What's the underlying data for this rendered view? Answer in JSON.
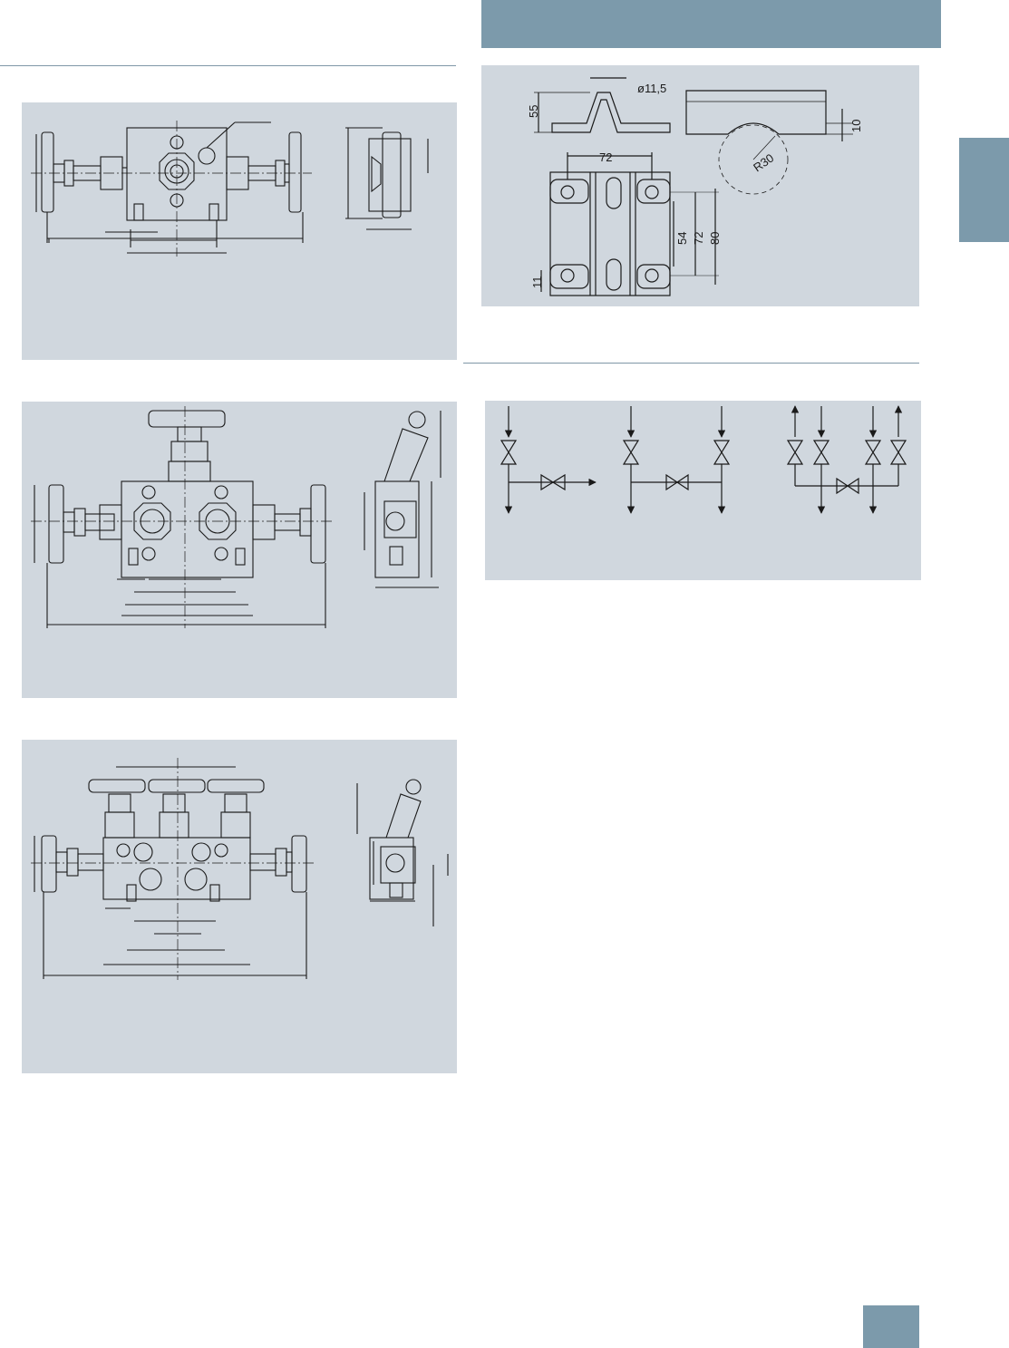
{
  "colors": {
    "accent": "#7c9aab",
    "panel": "#d0d7de",
    "line": "#1a1a1a",
    "rule": "#7f97a7"
  },
  "mounting_bracket": {
    "dim_hole": "ø11,5",
    "dim_height": "55",
    "dim_depth": "10",
    "dim_radius": "R30",
    "dim_width": "72",
    "dim_slot": "54",
    "dim_pitch": "72",
    "dim_length": "80",
    "dim_edge": "11"
  }
}
